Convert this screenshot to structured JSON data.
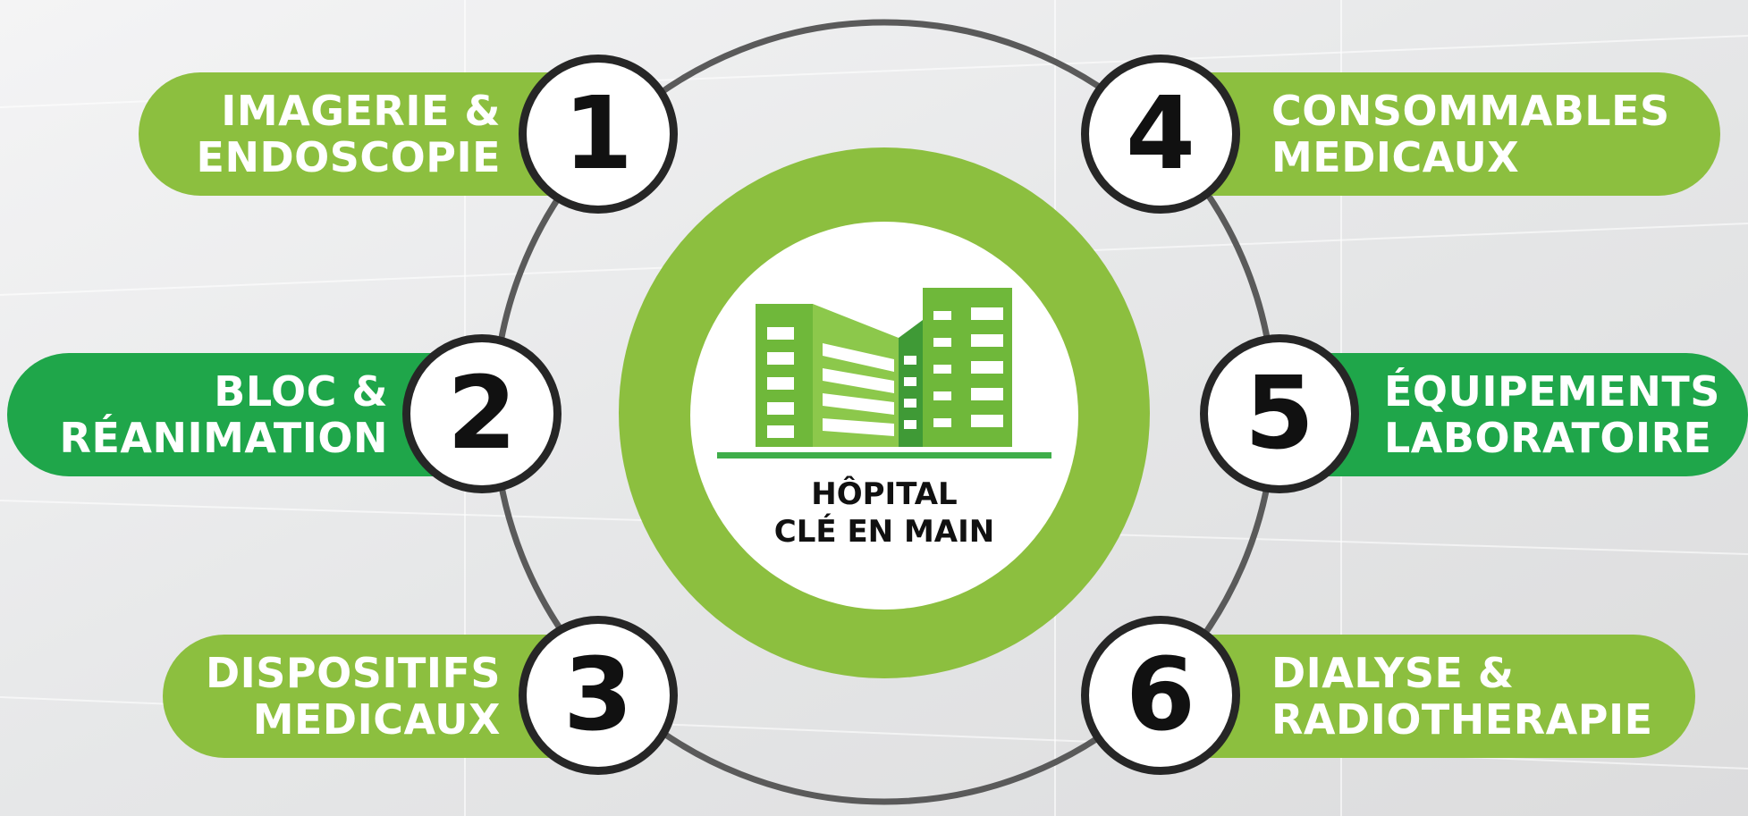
{
  "center": {
    "title_line1": "HÔPITAL",
    "title_line2": "CLÉ EN MAIN",
    "icon": "hospital-building-icon"
  },
  "items": [
    {
      "number": "1",
      "line1": "IMAGERIE &",
      "line2": "ENDOSCOPIE"
    },
    {
      "number": "2",
      "line1": "BLOC &",
      "line2": "RÉANIMATION"
    },
    {
      "number": "3",
      "line1": "DISPOSITIFS",
      "line2": "MEDICAUX"
    },
    {
      "number": "4",
      "line1": "CONSOMMABLES",
      "line2": "MEDICAUX"
    },
    {
      "number": "5",
      "line1": "ÉQUIPEMENTS",
      "line2": "LABORATOIRE"
    },
    {
      "number": "6",
      "line1": "DIALYSE &",
      "line2": "RADIOTHERAPIE"
    }
  ],
  "colors": {
    "light_green": "#8cbf3f",
    "dark_green": "#1fa64a",
    "ring": "#5a5a5a",
    "number_border": "#262626"
  }
}
